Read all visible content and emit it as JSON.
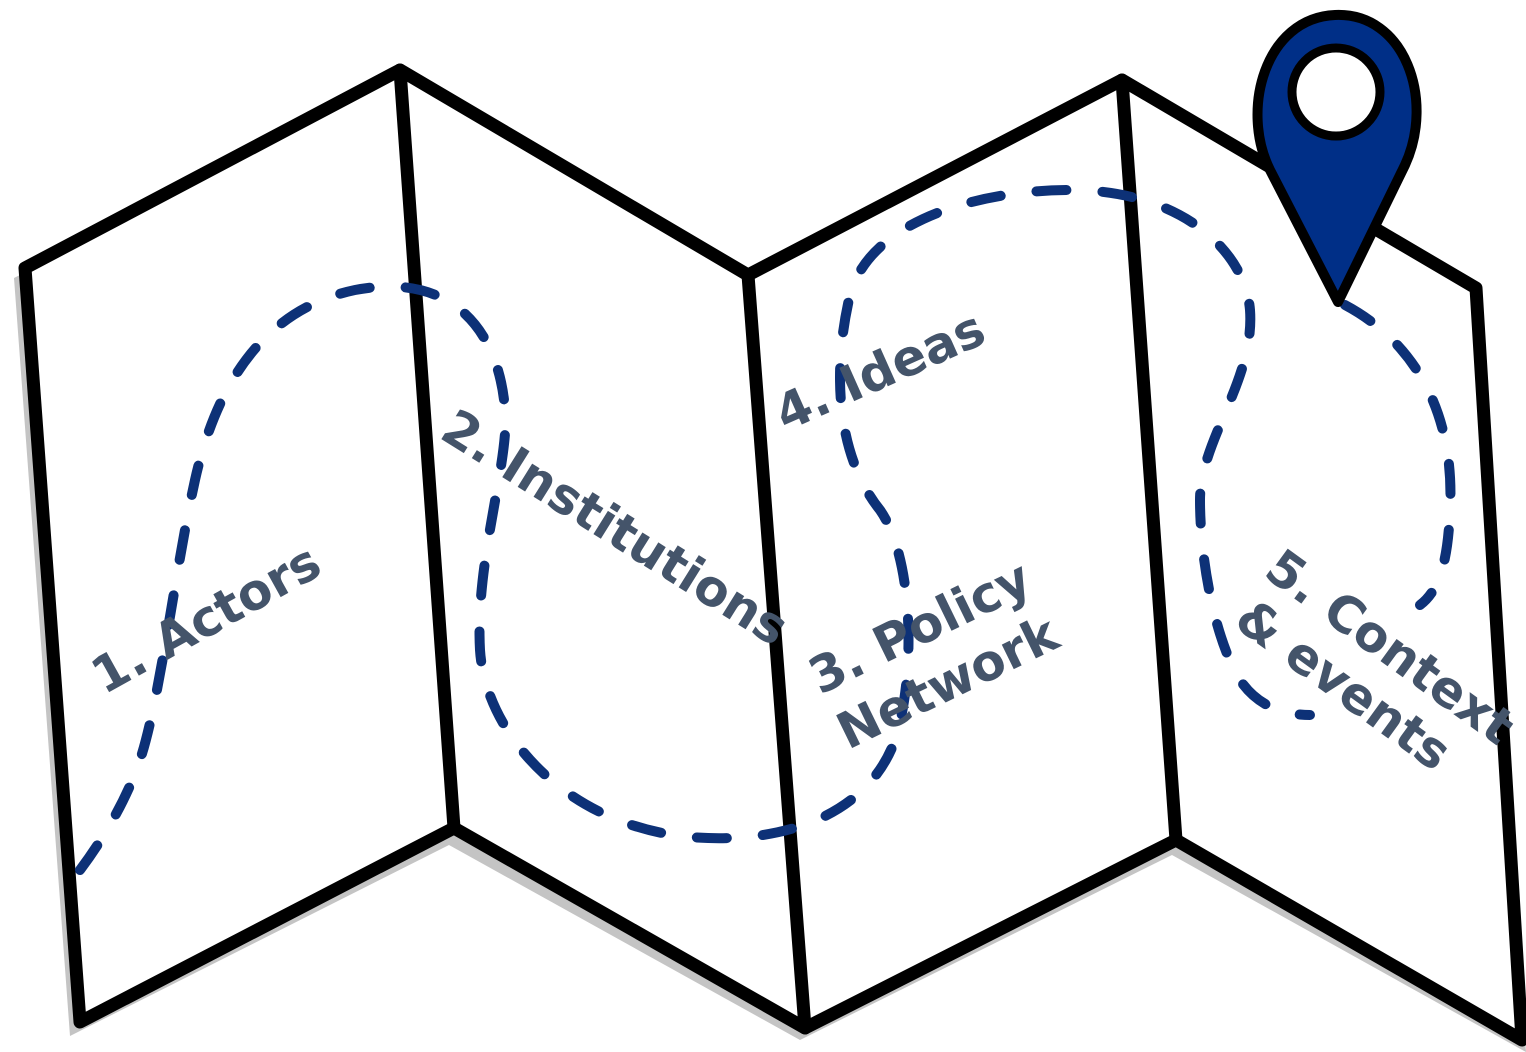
{
  "labels": {
    "actors": "1. Actors",
    "institutions": "2. Institutions",
    "policy_line1": "3. Policy",
    "policy_line2": "Network",
    "ideas": "4. Ideas",
    "context_line1": "5. Context",
    "context_line2": "& events"
  },
  "colors": {
    "outline": "#000000",
    "path": "#0d3177",
    "pin": "#002f87",
    "label": "#44546a",
    "shadow": "#c4c4c4"
  },
  "icons": {
    "pin": "map-pin-icon"
  }
}
